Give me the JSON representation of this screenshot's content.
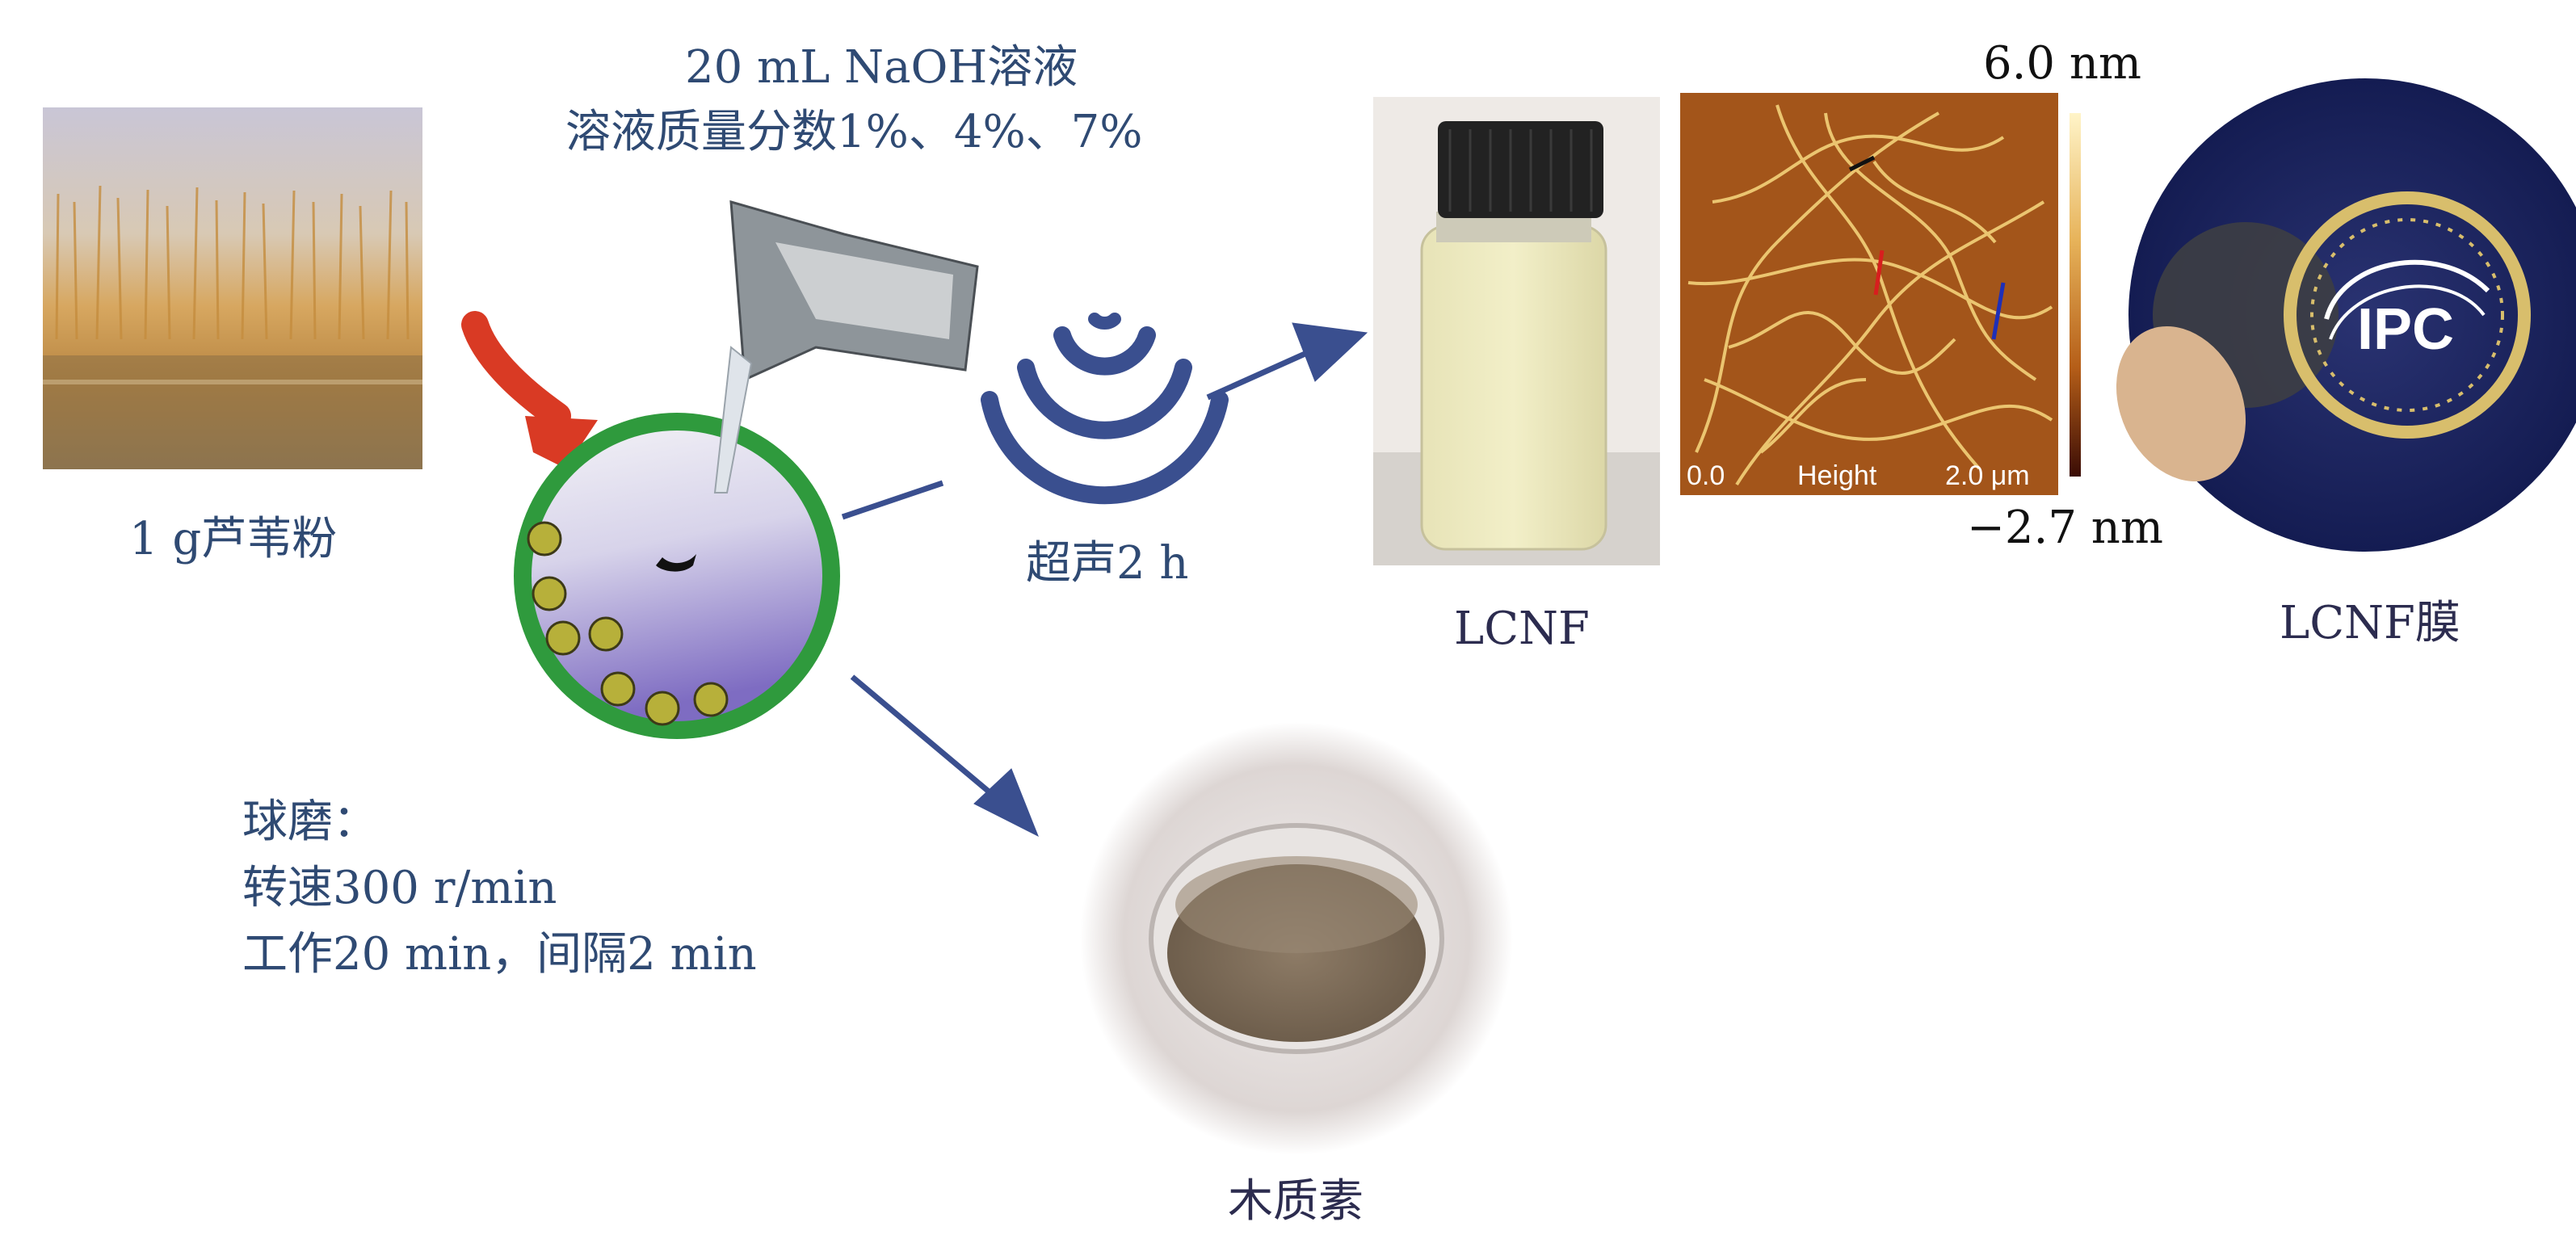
{
  "labels": {
    "naoh_line1": "20 mL NaOH溶液",
    "naoh_line2": "溶液质量分数1%、4%、7%",
    "reed_powder": "1 g芦苇粉",
    "ultrasound": "超声2 h",
    "lcnf": "LCNF",
    "lcnf_film": "LCNF膜",
    "lignin": "木质素",
    "ball_mill_title": "球磨：",
    "ball_mill_speed": "转速300 r/min",
    "ball_mill_time": "工作20 min，间隔2 min",
    "afm_max": "6.0 nm",
    "afm_min": "−2.7 nm",
    "afm_x0": "0.0",
    "afm_height": "Height",
    "afm_scale": "2.0 μm",
    "logo_text": "IPC"
  },
  "colors": {
    "text_blue": "#2f4a73",
    "arrow_blue": "#3a4f8f",
    "mill_ring": "#2f9a3d",
    "red_arrow": "#d93a24"
  }
}
